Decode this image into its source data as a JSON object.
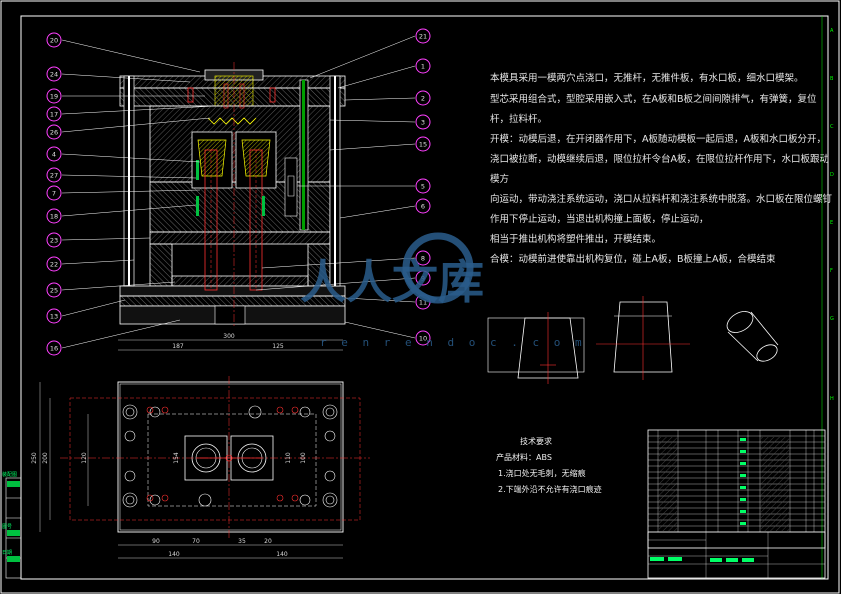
{
  "title_notes": [
    "本模具采用一模两穴点浇口，无推杆，无推件板，有水口板，细水口模架。",
    "型芯采用组合式，型腔采用嵌入式，在A板和B板之间间隙排气，有弹簧，复位",
    "杆，拉料杆。",
    "开模：动模后退，在开闭器作用下，A板随动模板一起后退，A板和水口板分开，",
    "浇口被拉断，动模继续后退，限位拉杆令台A板，在限位拉杆作用下，水口板跟动",
    "模方",
    "向运动，带动浇注系统运动，浇口从拉料杆和浇注系统中脱落。水口板在限位螺钉",
    "作用下停止运动，当退出机构撞上面板，停止运动，",
    "相当于推出机构将塑件推出，开模结束。",
    "合模：动模前进使靠出机构复位，碰上A板，B板撞上A板，合模结束"
  ],
  "balloons_left": [
    "20",
    "24",
    "19",
    "17",
    "26",
    "4",
    "27",
    "7",
    "18",
    "23",
    "22",
    "25",
    "13",
    "16"
  ],
  "balloons_right": [
    "21",
    "1",
    "2",
    "3",
    "15",
    "5",
    "6",
    "8",
    "9",
    "11",
    "10"
  ],
  "dimensions": {
    "top_overall": "300",
    "top_left": "187",
    "top_right": "125",
    "left_outer": "250",
    "left_inner": "200",
    "left_mid": "120",
    "mid_a": "154",
    "mid_b": "110",
    "mid_c": "100",
    "bottom_a": "90",
    "bottom_b": "70",
    "bottom_c": "35",
    "bottom_d": "20",
    "bottom_left": "140",
    "bottom_right": "140"
  },
  "requirements": {
    "heading": "技术要求",
    "material": "产品材料：ABS",
    "item1": "1.浇口处无毛刺，无缩痕",
    "item2": "2.下端外沿不允许有浇口痕迹"
  },
  "watermark": {
    "text": "人人文库",
    "url": "r e n r e n d o c . c o m"
  },
  "zone_letters": [
    "A",
    "B",
    "C",
    "D",
    "E",
    "F",
    "G",
    "H"
  ],
  "side_stamps": [
    "装配图",
    "图号",
    "日期"
  ],
  "colors": {
    "frame": "#ffffff",
    "section": "#ff3030",
    "balloon": "#ff40ff",
    "leader": "#ffffff",
    "cyan": "#00d0d0",
    "green": "#00ff66",
    "yellow": "#ffff00"
  }
}
